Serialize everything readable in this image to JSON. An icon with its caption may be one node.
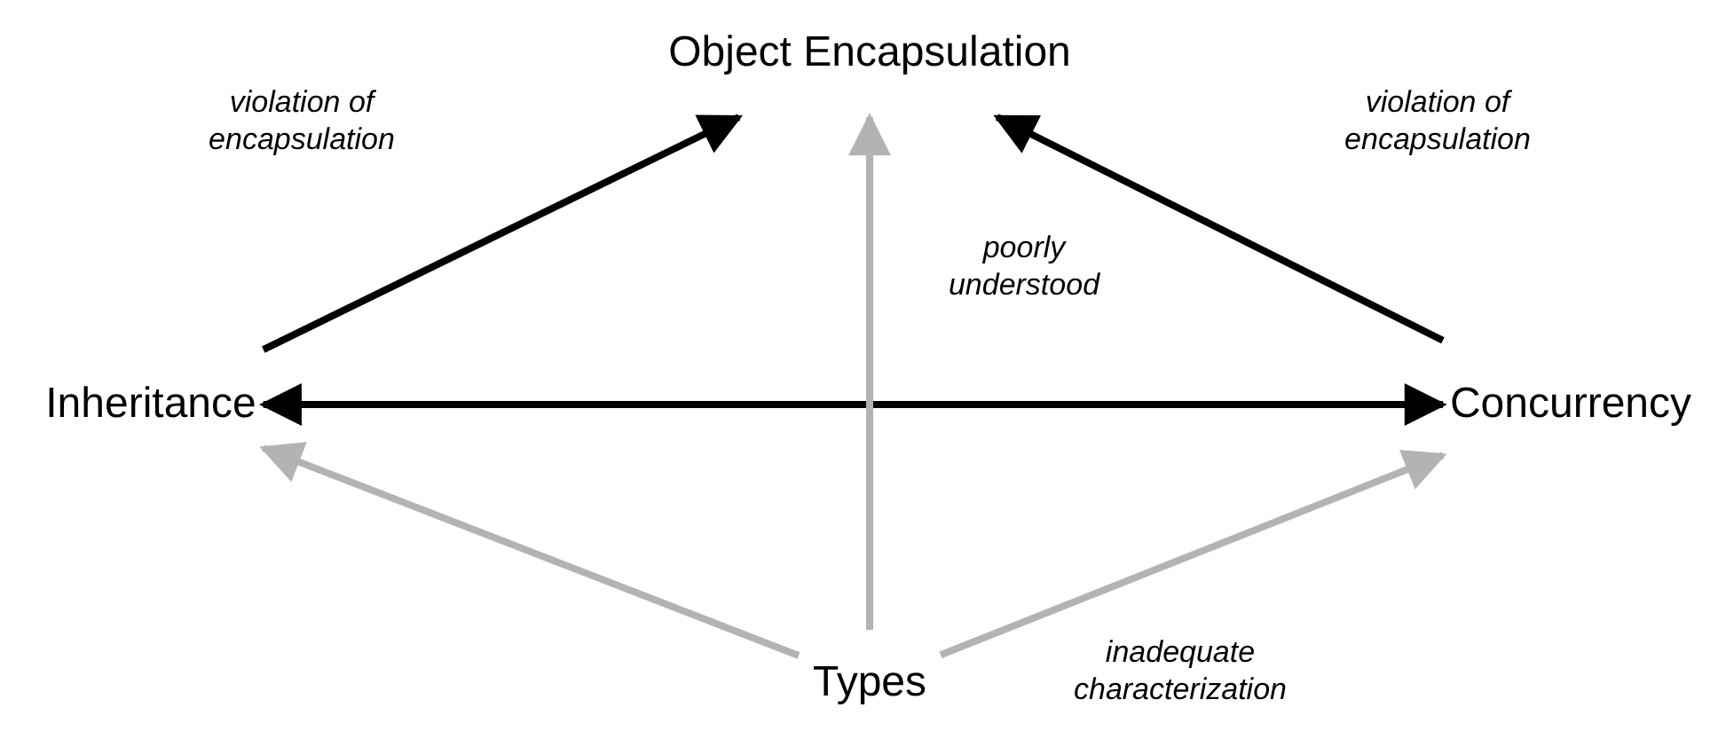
{
  "diagram": {
    "nodes": [
      {
        "text": [
          "Object Encapsulation"
        ]
      },
      {
        "text": [
          "Inheritance"
        ]
      },
      {
        "text": [
          "Concurrency"
        ]
      },
      {
        "text": [
          "Types"
        ]
      }
    ],
    "edges": [
      {
        "from": 1,
        "to": 0,
        "arrow": "to",
        "label": "violation of encapsulation"
      },
      {
        "from": 2,
        "to": 0,
        "arrow": "to",
        "label": "violation of encapsulation"
      },
      {
        "from": 1,
        "to": 2,
        "arrow": "both",
        "label": "poorly understood"
      },
      {
        "from": 3,
        "to": 0,
        "arrow": "to",
        "color": "#b3b3b3"
      },
      {
        "from": 3,
        "to": 1,
        "arrow": "to",
        "color": "#b3b3b3"
      },
      {
        "from": 3,
        "to": 2,
        "arrow": "to",
        "color": "#b3b3b3",
        "label": "inadequate characterization"
      }
    ]
  }
}
